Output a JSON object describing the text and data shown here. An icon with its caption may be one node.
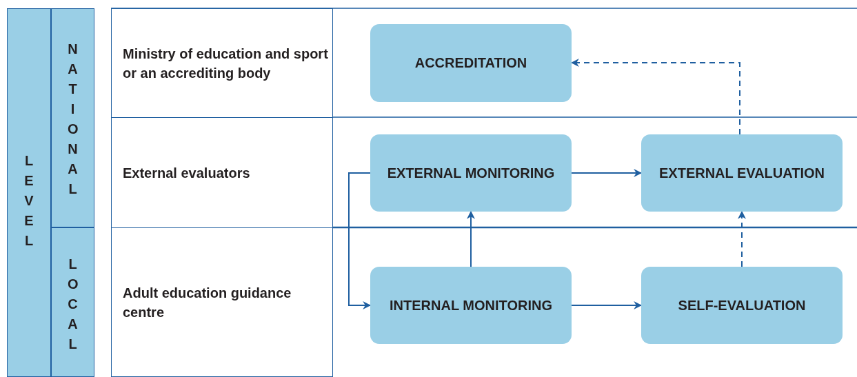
{
  "diagram": {
    "nodes": [
      {
        "text": [
          "LEVEL"
        ]
      },
      {
        "text": [
          "NATIONAL"
        ]
      },
      {
        "text": [
          "LOCAL"
        ]
      },
      {
        "text": [
          "Ministry of education and sport or an accrediting body"
        ]
      },
      {
        "text": [
          "External evaluators"
        ]
      },
      {
        "text": [
          "Adult education guidance centre"
        ]
      },
      {
        "text": [
          "ACCREDITATION"
        ]
      },
      {
        "text": [
          "EXTERNAL MONITORING"
        ]
      },
      {
        "text": [
          "EXTERNAL EVALUATION"
        ]
      },
      {
        "text": [
          "INTERNAL MONITORING"
        ]
      },
      {
        "text": [
          "SELF-EVALUATION"
        ]
      }
    ],
    "edges": [
      {
        "from": 8,
        "to": 6,
        "arrow": "to",
        "style": "dashed"
      },
      {
        "from": 7,
        "to": 8,
        "arrow": "to"
      },
      {
        "from": 9,
        "to": 7,
        "arrow": "to"
      },
      {
        "from": 7,
        "to": 9,
        "arrow": "to"
      },
      {
        "from": 9,
        "to": 10,
        "arrow": "to"
      },
      {
        "from": 10,
        "to": 8,
        "arrow": "to",
        "style": "dashed"
      }
    ]
  }
}
